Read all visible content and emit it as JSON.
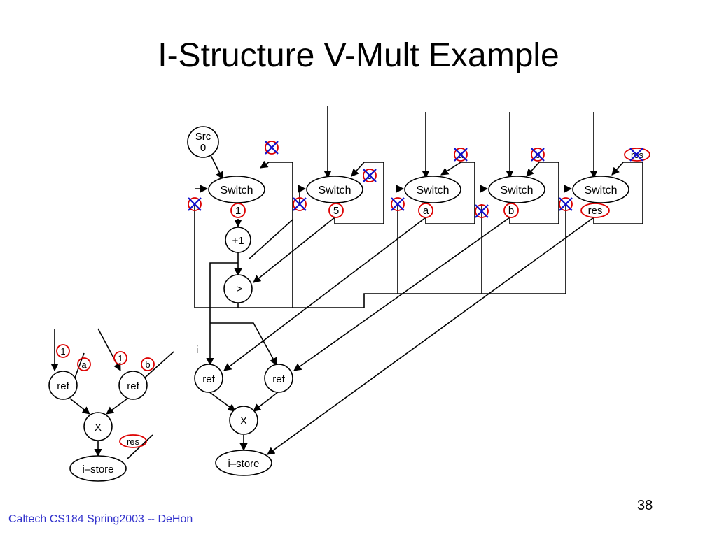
{
  "slide": {
    "title": "I-Structure V-Mult Example",
    "footer": "Caltech CS184 Spring2003 -- DeHon",
    "page_number": "38"
  },
  "diagram": {
    "src_node": {
      "line1": "Src",
      "line2": "0"
    },
    "switch_label": "Switch",
    "switches": [
      {
        "id": "s1",
        "output_token": "1"
      },
      {
        "id": "s2",
        "output_token": "5"
      },
      {
        "id": "s3",
        "output_token": "a"
      },
      {
        "id": "s4",
        "output_token": "b"
      },
      {
        "id": "s5",
        "output_token": "res"
      }
    ],
    "crossed_tokens": [
      "",
      "5",
      "a",
      "b",
      "res"
    ],
    "increment_label": "+1",
    "compare_label": ">",
    "index_label": "i",
    "ref_label": "ref",
    "mult_label": "X",
    "store_label": "i–store",
    "left_example": {
      "tokens": [
        "1",
        "a",
        "1",
        "b",
        "res"
      ]
    },
    "colors": {
      "token_ring": "#dd0000",
      "cross": "#1010cc",
      "line": "#000000"
    }
  }
}
